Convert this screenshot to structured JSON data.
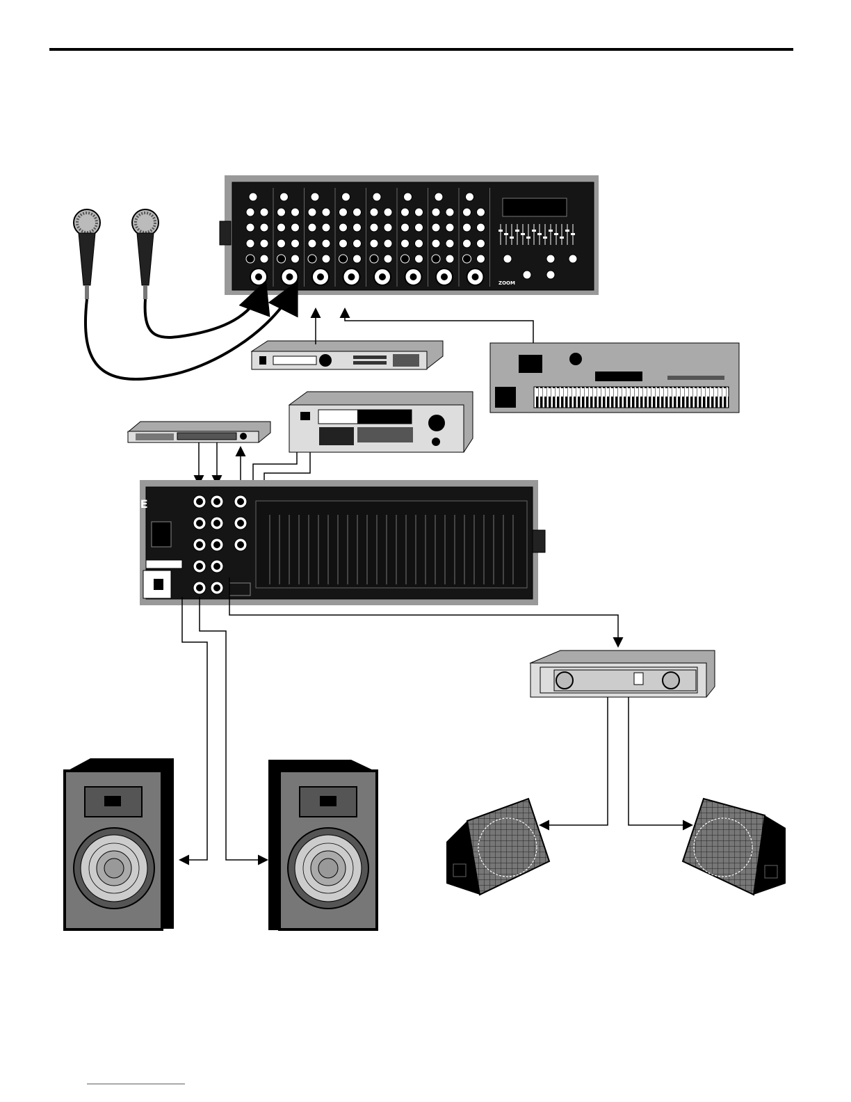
{
  "page": {
    "background": "#ffffff",
    "rule_color": "#000000"
  },
  "devices": [
    {
      "id": "mic-1",
      "kind": "microphone",
      "icon": "microphone-icon"
    },
    {
      "id": "mic-2",
      "kind": "microphone",
      "icon": "microphone-icon"
    },
    {
      "id": "mixer",
      "kind": "powered mixer front panel",
      "icon": "mixer-front-icon",
      "channels": 8
    },
    {
      "id": "effects-1u",
      "kind": "1U rack effects unit",
      "icon": "rack-unit-icon"
    },
    {
      "id": "synth",
      "kind": "keyboard synthesizer",
      "icon": "keyboard-icon"
    },
    {
      "id": "eq-1u",
      "kind": "1U rack processor",
      "icon": "rack-unit-icon"
    },
    {
      "id": "sampler",
      "kind": "rack sound module",
      "icon": "sound-module-icon"
    },
    {
      "id": "mixer-rear",
      "kind": "powered mixer rear panel",
      "icon": "mixer-rear-icon"
    },
    {
      "id": "power-amp",
      "kind": "power amplifier",
      "icon": "power-amp-icon"
    },
    {
      "id": "main-left",
      "kind": "main speaker",
      "icon": "speaker-cabinet-icon"
    },
    {
      "id": "main-right",
      "kind": "main speaker",
      "icon": "speaker-cabinet-icon"
    },
    {
      "id": "monitor-left",
      "kind": "floor monitor",
      "icon": "floor-monitor-icon"
    },
    {
      "id": "monitor-right",
      "kind": "floor monitor",
      "icon": "floor-monitor-icon"
    }
  ],
  "connections": [
    {
      "from": "mic-1",
      "to": "mixer"
    },
    {
      "from": "mic-2",
      "to": "mixer"
    },
    {
      "from": "effects-1u",
      "to": "mixer"
    },
    {
      "from": "synth",
      "to": "mixer"
    },
    {
      "from": "eq-1u",
      "to": "mixer-rear"
    },
    {
      "from": "mixer-rear",
      "to": "eq-1u"
    },
    {
      "from": "sampler",
      "to": "mixer-rear"
    },
    {
      "from": "mixer-rear",
      "to": "main-left"
    },
    {
      "from": "mixer-rear",
      "to": "main-right"
    },
    {
      "from": "mixer-rear",
      "to": "power-amp"
    },
    {
      "from": "power-amp",
      "to": "monitor-left"
    },
    {
      "from": "power-amp",
      "to": "monitor-right"
    }
  ],
  "labels": {
    "ce_mark": "CE",
    "brand": "ZOOM"
  }
}
